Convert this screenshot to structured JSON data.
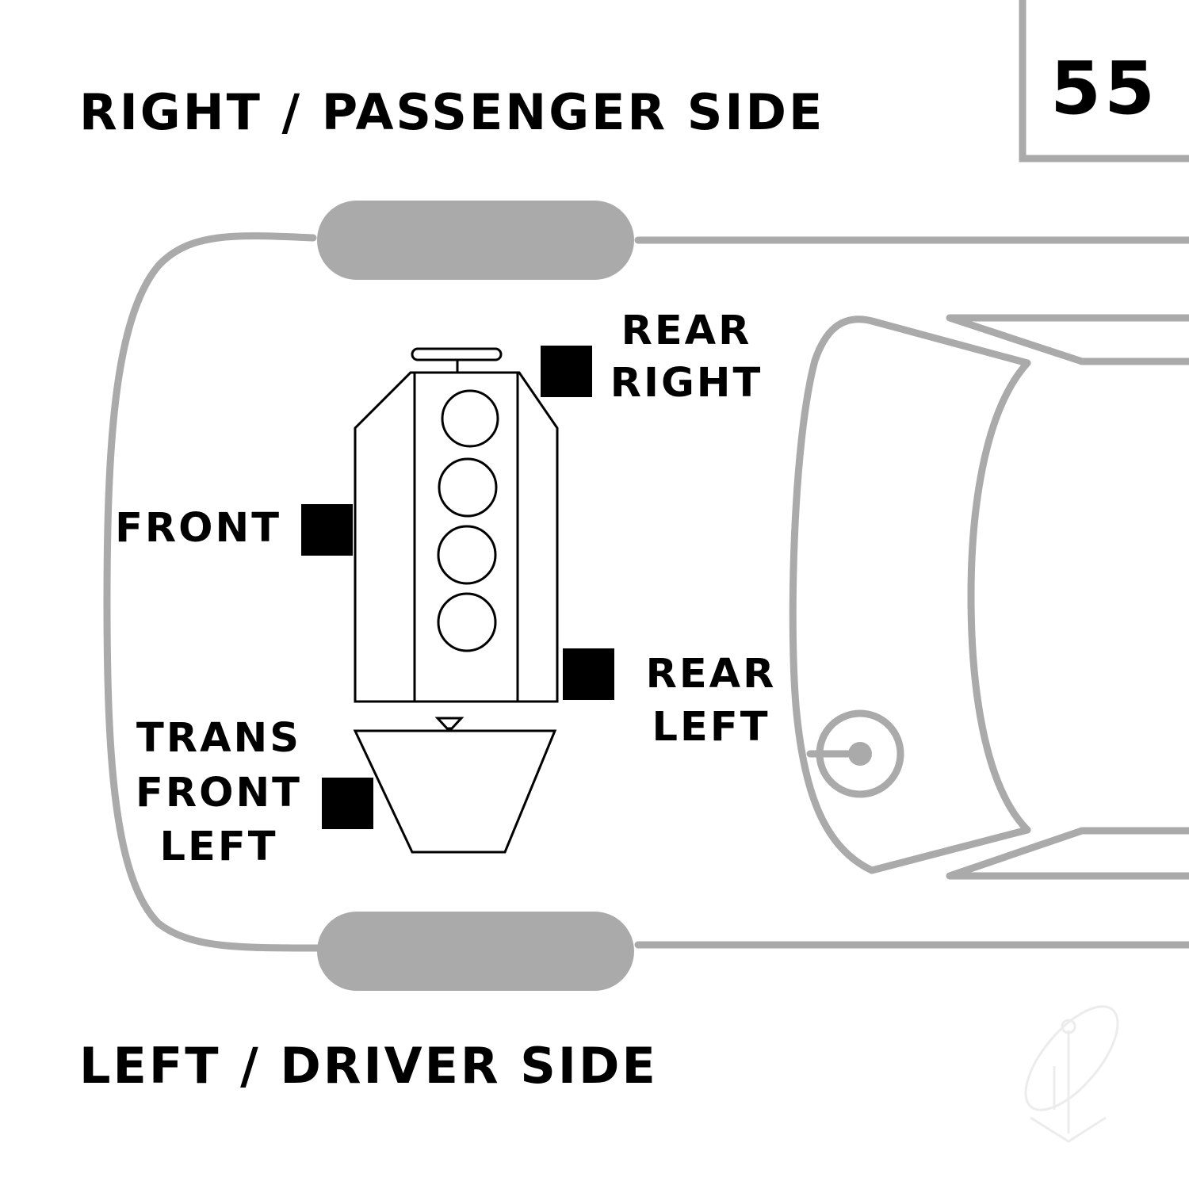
{
  "diagram_number": "55",
  "labels": {
    "top_side": "RIGHT / PASSENGER SIDE",
    "bottom_side": "LEFT / DRIVER SIDE"
  },
  "mounts": {
    "rear_right": [
      "REAR",
      "RIGHT"
    ],
    "front": [
      "FRONT"
    ],
    "rear_left": [
      "REAR",
      "LEFT"
    ],
    "trans_front_left": [
      "TRANS",
      "FRONT",
      "LEFT"
    ]
  },
  "colors": {
    "outline": "#aaaaaa",
    "ink": "#000000",
    "background": "#ffffff"
  }
}
